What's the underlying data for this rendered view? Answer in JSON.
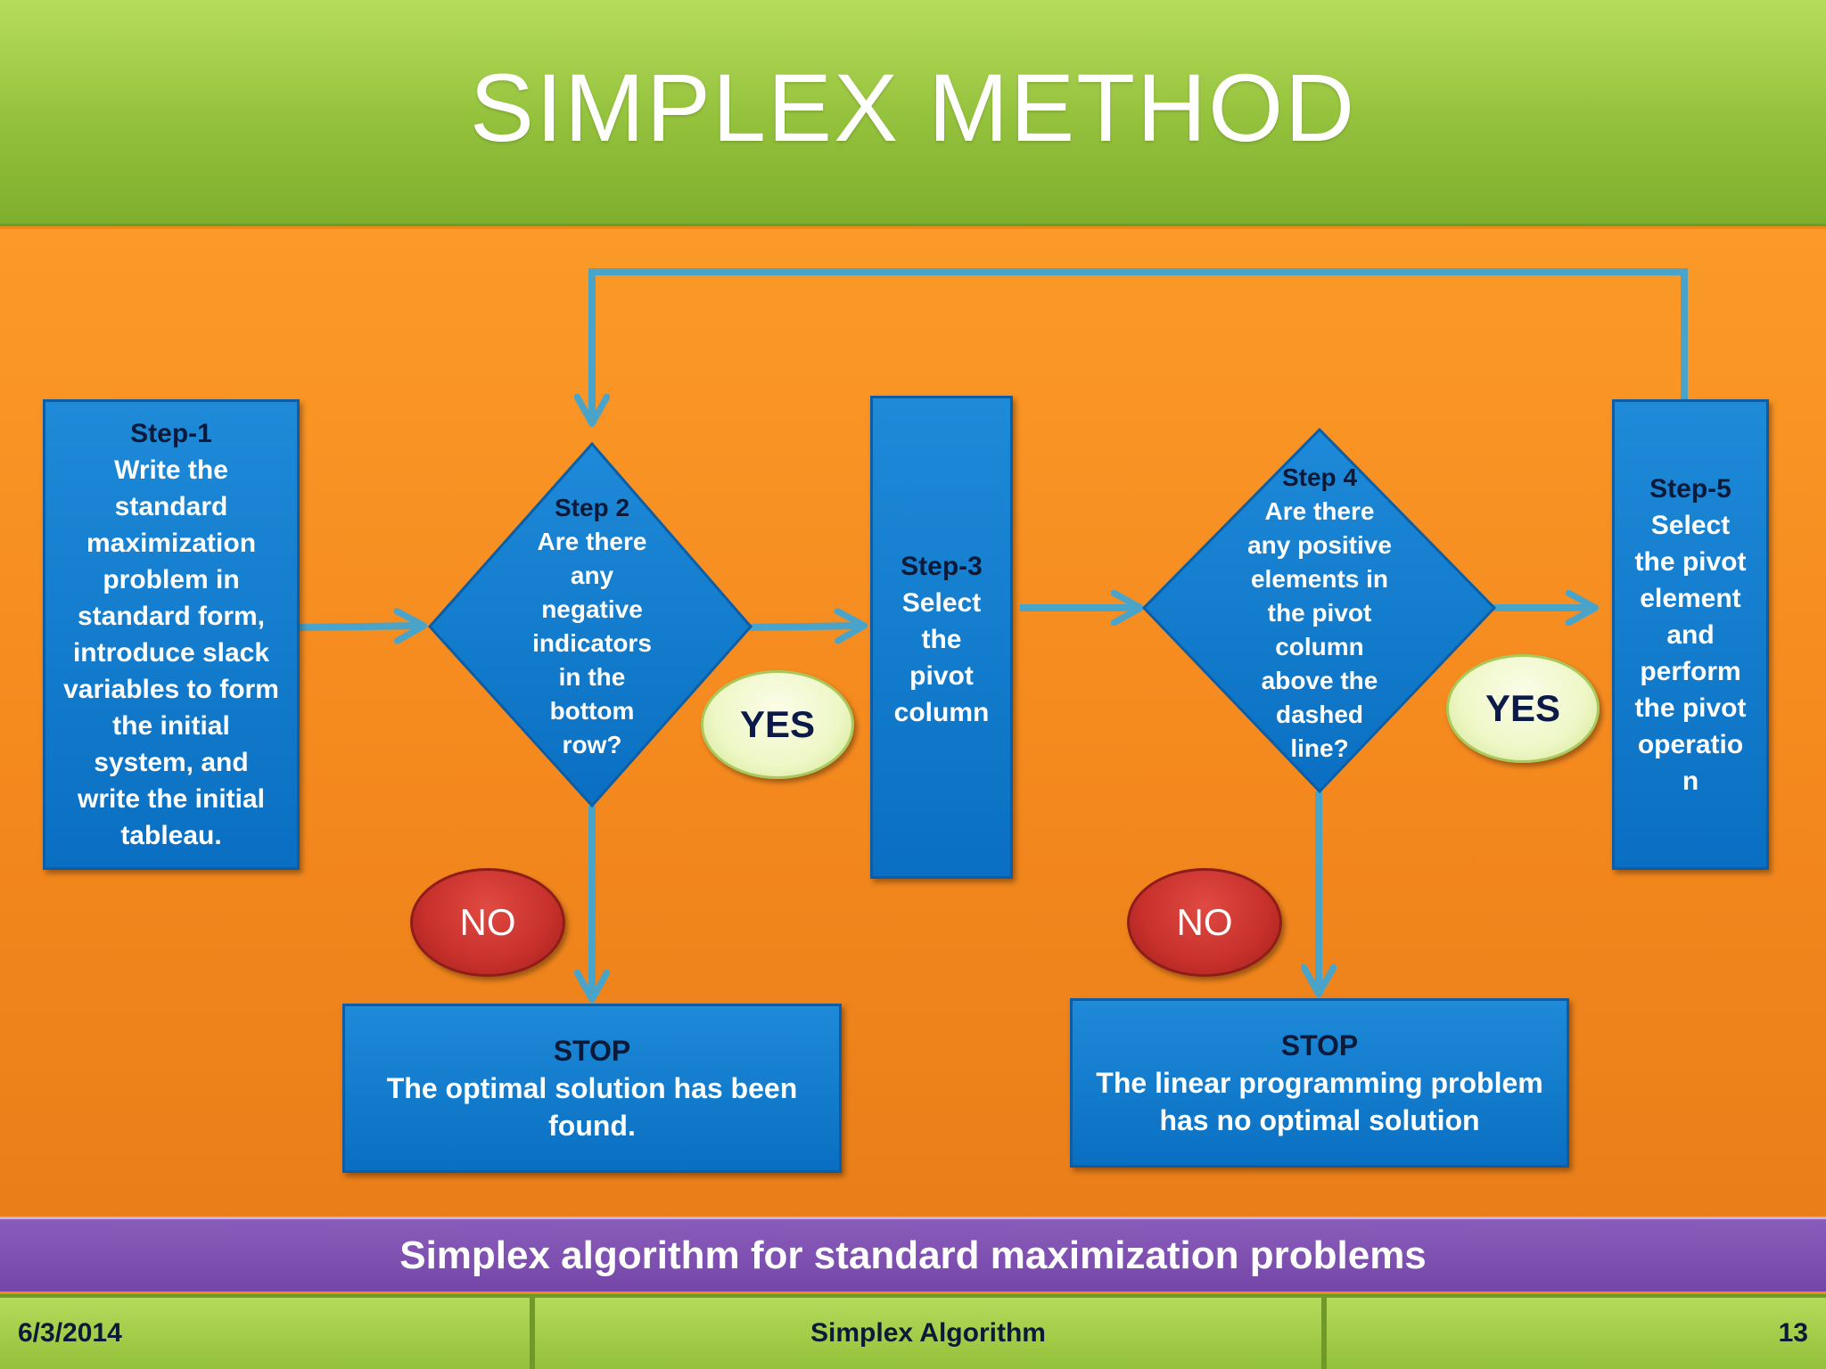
{
  "slide": {
    "title": "SIMPLEX METHOD",
    "caption": "Simplex algorithm for standard maximization problems",
    "footer": {
      "date": "6/3/2014",
      "center": "Simplex Algorithm",
      "page": "13"
    }
  },
  "diagram": {
    "step1": {
      "header": "Step-1",
      "body": "Write the\nstandard\nmaximization\nproblem in\nstandard form,\nintroduce slack\nvariables to form\nthe initial\nsystem, and\nwrite the initial\ntableau."
    },
    "step2": {
      "header": "Step 2",
      "body": "Are there\nany\nnegative\nindicators\nin the\nbottom\nrow?"
    },
    "step3": {
      "header": "Step-3",
      "body": "Select\nthe\npivot\ncolumn"
    },
    "step4": {
      "header": "Step 4",
      "body": "Are there\nany positive\nelements in\nthe pivot\ncolumn\nabove the\ndashed\nline?"
    },
    "step5": {
      "header": "Step-5",
      "body": "Select\nthe pivot\nelement\nand\nperform\nthe pivot\noperatio\nn"
    },
    "yes1": "YES",
    "yes2": "YES",
    "no1": "NO",
    "no2": "NO",
    "stop1": {
      "header": "STOP",
      "body": "The optimal solution has been\nfound."
    },
    "stop2": {
      "header": "STOP",
      "body": "The linear programming problem\nhas no optimal solution"
    }
  },
  "colors": {
    "title_band": "#93c13c",
    "background": "#f58a1f",
    "box_fill": "#0a6fc2",
    "connector": "#4aa3c8",
    "yes_oval": "#eef7c6",
    "no_oval": "#c7302b",
    "caption_band": "#7446a8",
    "footer": "#93c13b"
  }
}
